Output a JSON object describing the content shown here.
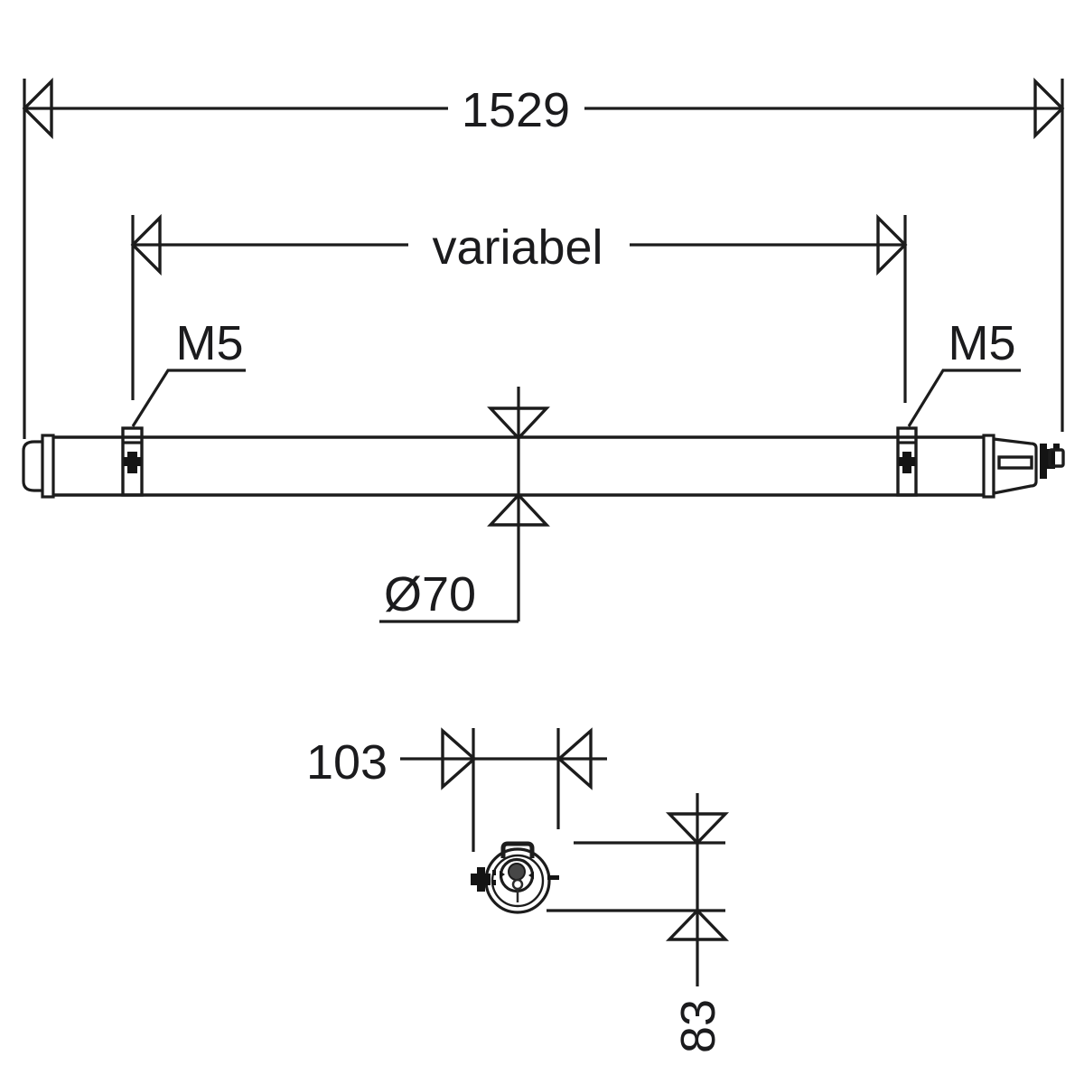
{
  "drawing": {
    "background": "#ffffff",
    "line_color": "#1c1c1c",
    "dimensions": {
      "overall_length": {
        "label": "1529"
      },
      "clamp_span": {
        "label": "variabel"
      },
      "thread_left": {
        "label": "M5"
      },
      "thread_right": {
        "label": "M5"
      },
      "tube_diameter": {
        "label": "Ø70"
      },
      "end_view_width": {
        "label": "103"
      },
      "end_view_height": {
        "label": "83"
      }
    }
  }
}
